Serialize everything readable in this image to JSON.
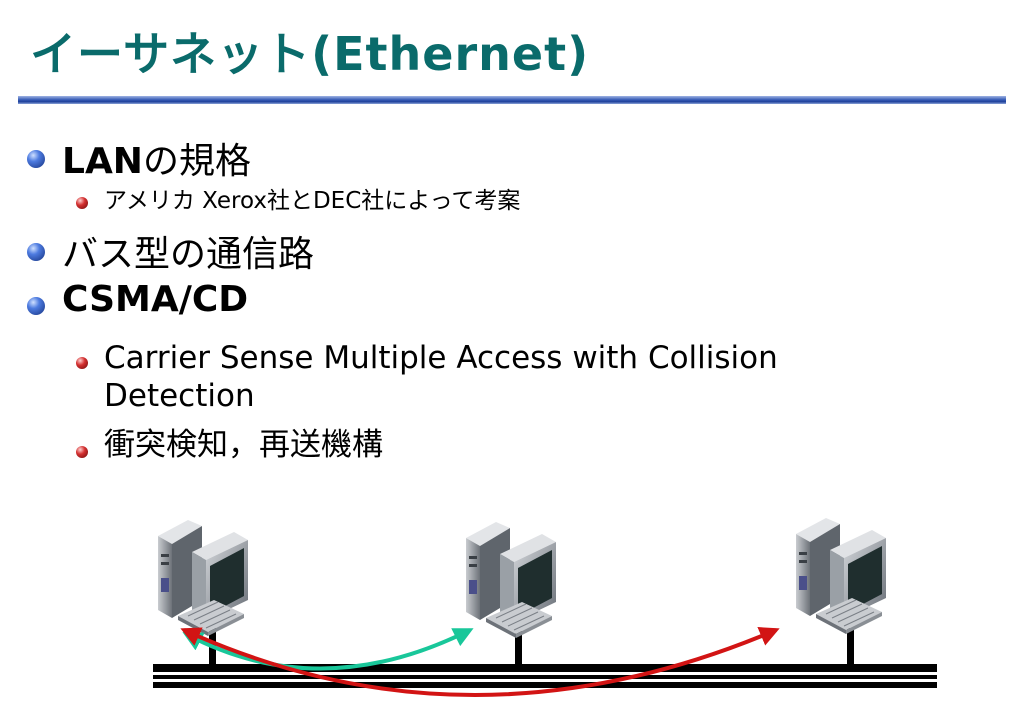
{
  "slide": {
    "title": "イーサネット(Ethernet)",
    "bullets": [
      {
        "bold": "LAN",
        "rest": "の規格"
      },
      {
        "text": "アメリカ Xerox社とDEC社によって考案"
      },
      {
        "text": "バス型の通信路"
      },
      {
        "bold": "CSMA/CD"
      },
      {
        "line1": "Carrier Sense Multiple Access with Collision",
        "line2": "Detection"
      },
      {
        "text": "衝突検知，再送機構"
      }
    ]
  },
  "diagram": {
    "computers": [
      "computer-left",
      "computer-middle",
      "computer-right"
    ],
    "colors": {
      "bus": "#000000",
      "arrow_short": "#19c79a",
      "arrow_long": "#d21414",
      "monitor_frame": "#8a8f95",
      "screen": "#1f2e2e",
      "tower": "#7f858c"
    }
  }
}
